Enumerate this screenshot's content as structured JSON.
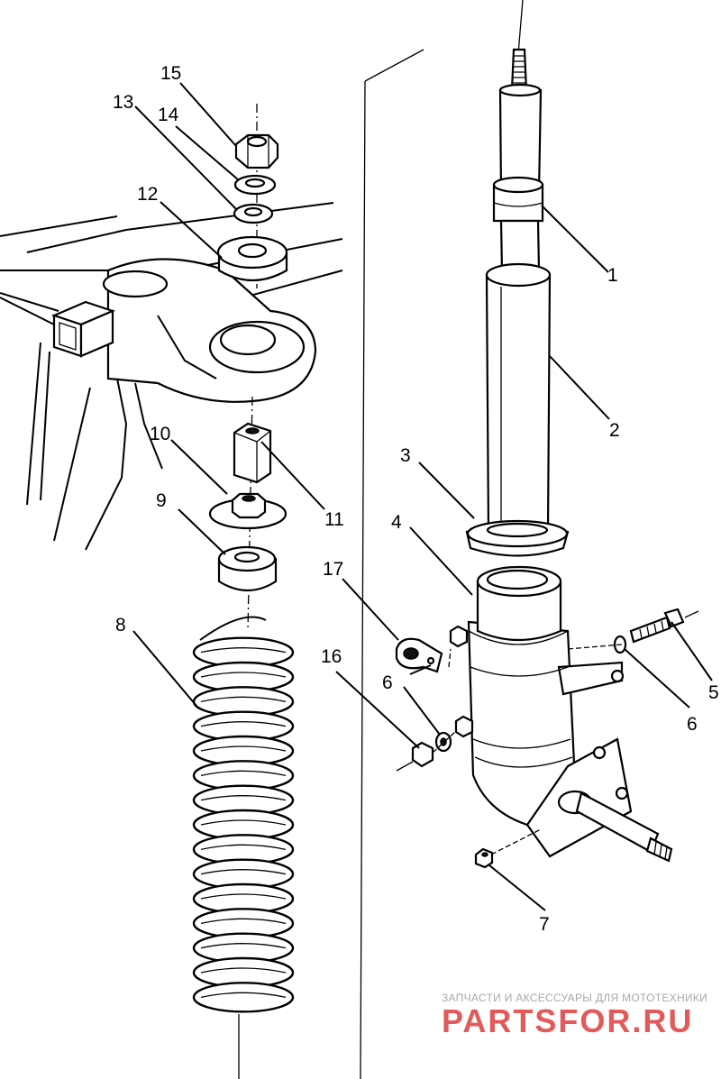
{
  "callouts": [
    {
      "id": "c1",
      "label": "1"
    },
    {
      "id": "c2",
      "label": "2"
    },
    {
      "id": "c3",
      "label": "3"
    },
    {
      "id": "c4",
      "label": "4"
    },
    {
      "id": "c5",
      "label": "5"
    },
    {
      "id": "c6a",
      "label": "6"
    },
    {
      "id": "c6b",
      "label": "6"
    },
    {
      "id": "c7",
      "label": "7"
    },
    {
      "id": "c8",
      "label": "8"
    },
    {
      "id": "c9",
      "label": "9"
    },
    {
      "id": "c10",
      "label": "10"
    },
    {
      "id": "c11",
      "label": "11"
    },
    {
      "id": "c12",
      "label": "12"
    },
    {
      "id": "c13",
      "label": "13"
    },
    {
      "id": "c14",
      "label": "14"
    },
    {
      "id": "c15",
      "label": "15"
    },
    {
      "id": "c16",
      "label": "16"
    },
    {
      "id": "c17",
      "label": "17"
    }
  ],
  "watermark": {
    "tagline": "ЗАПЧАСТИ И АКСЕССУАРЫ ДЛЯ МОТОТЕХНИКИ",
    "logo": "PARTSFOR.RU",
    "color": "#e25a5a"
  }
}
